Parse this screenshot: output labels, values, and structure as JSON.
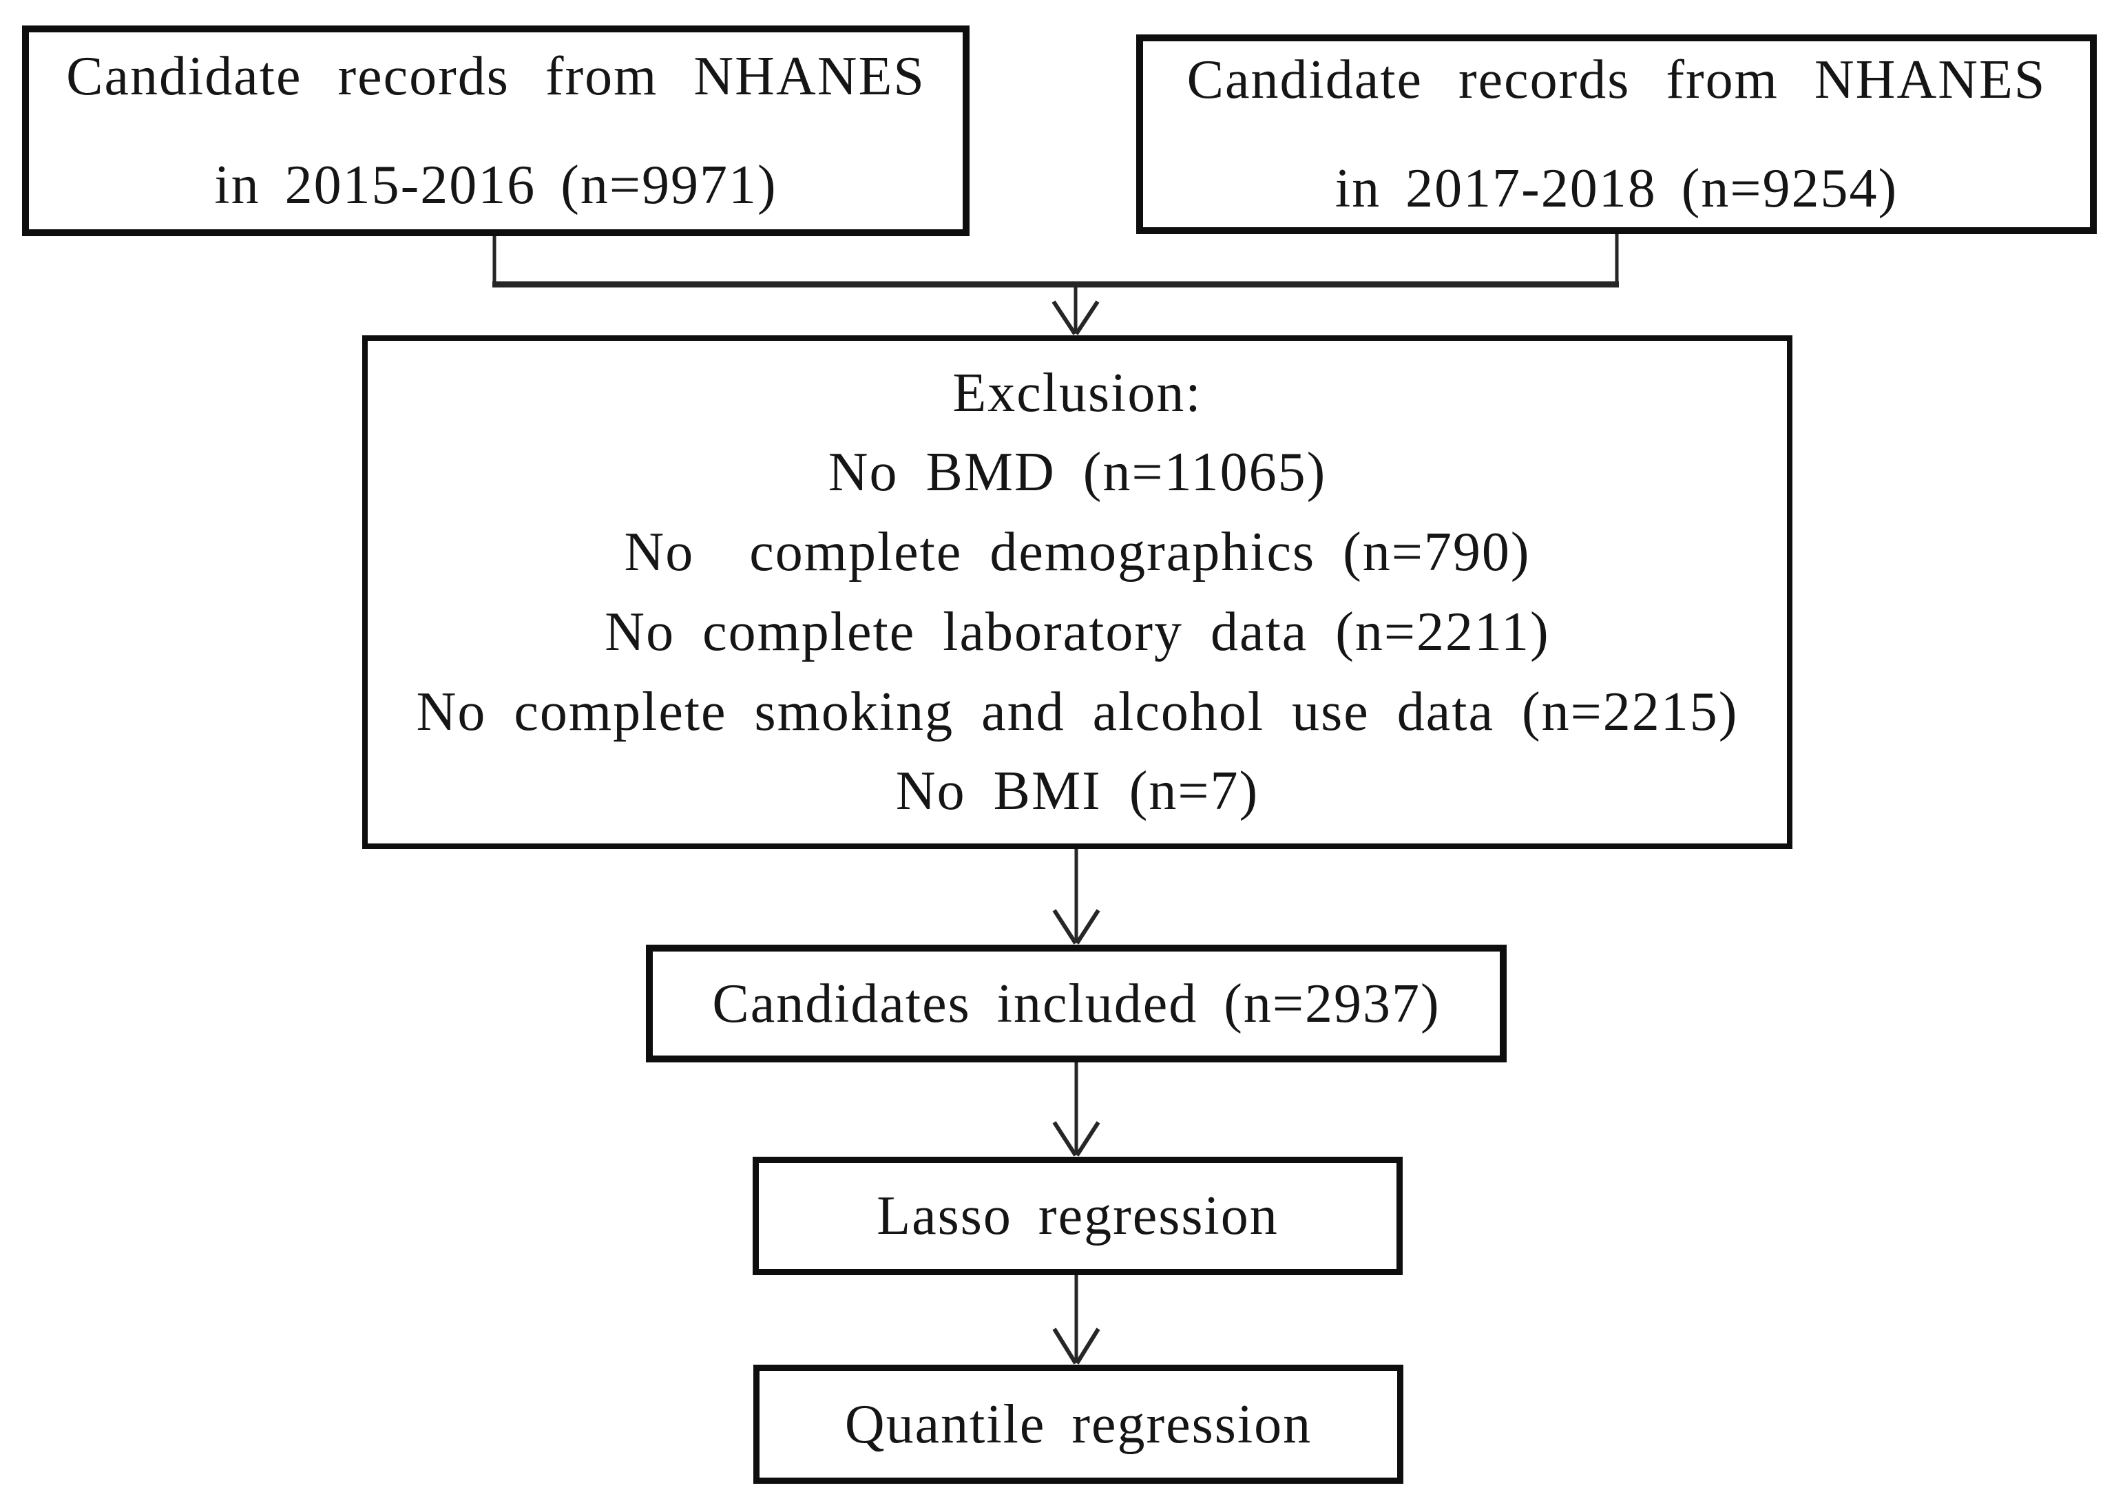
{
  "figure": {
    "background_color": "#ffffff",
    "line_color": "#262626",
    "text_color": "#151515",
    "boxes": {
      "nhanes_2015_2016": {
        "line1": "Candidate records from NHANES",
        "line2": "in 2015-2016 (n=9971)"
      },
      "nhanes_2017_2018": {
        "line1": "Candidate records from NHANES",
        "line2": "in 2017-2018 (n=9254)"
      },
      "exclusion": {
        "title": "Exclusion:",
        "items": [
          "No BMD (n=11065)",
          "No  complete demographics (n=790)",
          "No complete laboratory data (n=2211)",
          "No complete smoking and alcohol use data (n=2215)",
          "No BMI (n=7)"
        ]
      },
      "included": {
        "label": "Candidates included (n=2937)"
      },
      "lasso": {
        "label": "Lasso regression"
      },
      "quantile": {
        "label": "Quantile regression"
      }
    }
  }
}
